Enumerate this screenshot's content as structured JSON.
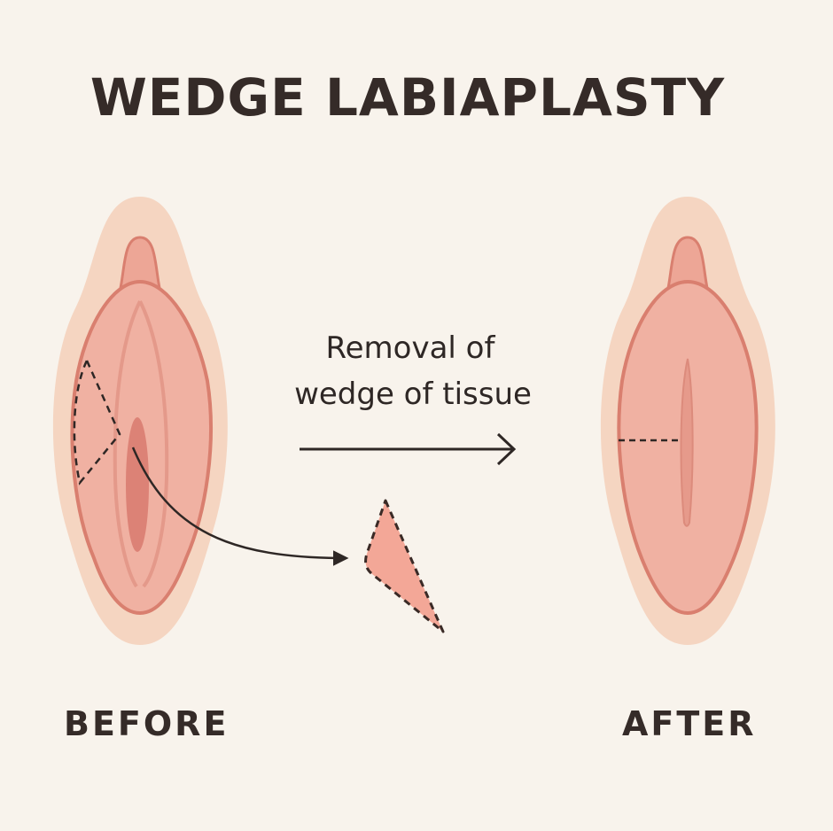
{
  "title": "WEDGE LABIAPLASTY",
  "caption": {
    "line1": "Removal of",
    "line2": "wedge of tissue"
  },
  "labels": {
    "before": "BEFORE",
    "after": "AFTER"
  },
  "colors": {
    "background": "#f8f3ec",
    "skin": "#f5d5c1",
    "tissue": "#efaa9b",
    "outline": "#d97f6f",
    "dark": "#dc8276",
    "text": "#352b28",
    "wedge": "#f3a797"
  }
}
